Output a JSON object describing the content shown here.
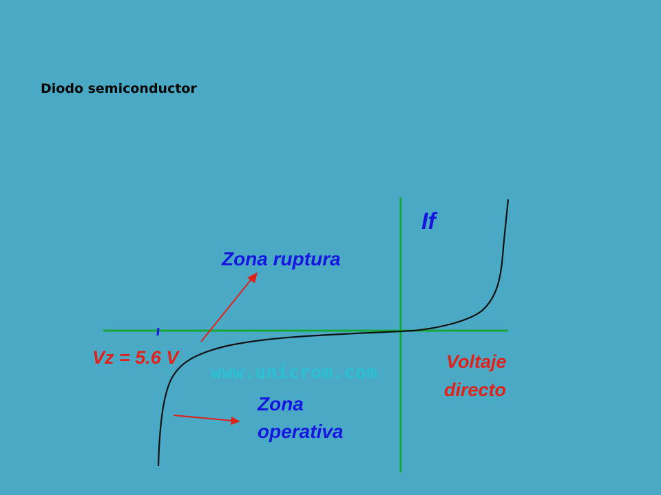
{
  "slide": {
    "title": "Diodo semiconductor"
  },
  "diagram": {
    "current_label": "If",
    "breakdown_zone_label": "Zona ruptura",
    "zener_voltage_label": "Vz = 5.6 V",
    "watermark": "www.unicrom.com",
    "forward_voltage_label_line1": "Voltaje",
    "forward_voltage_label_line2": "directo",
    "operating_zone_label_line1": "Zona",
    "operating_zone_label_line2": "operativa"
  },
  "colors": {
    "background": "#4aaac6",
    "axis": "#1aa53a",
    "curve": "#111111",
    "blue_labels": "#1616e0",
    "red_labels": "#e0221a",
    "watermark": "#2bc0d4",
    "title": "#000000"
  }
}
